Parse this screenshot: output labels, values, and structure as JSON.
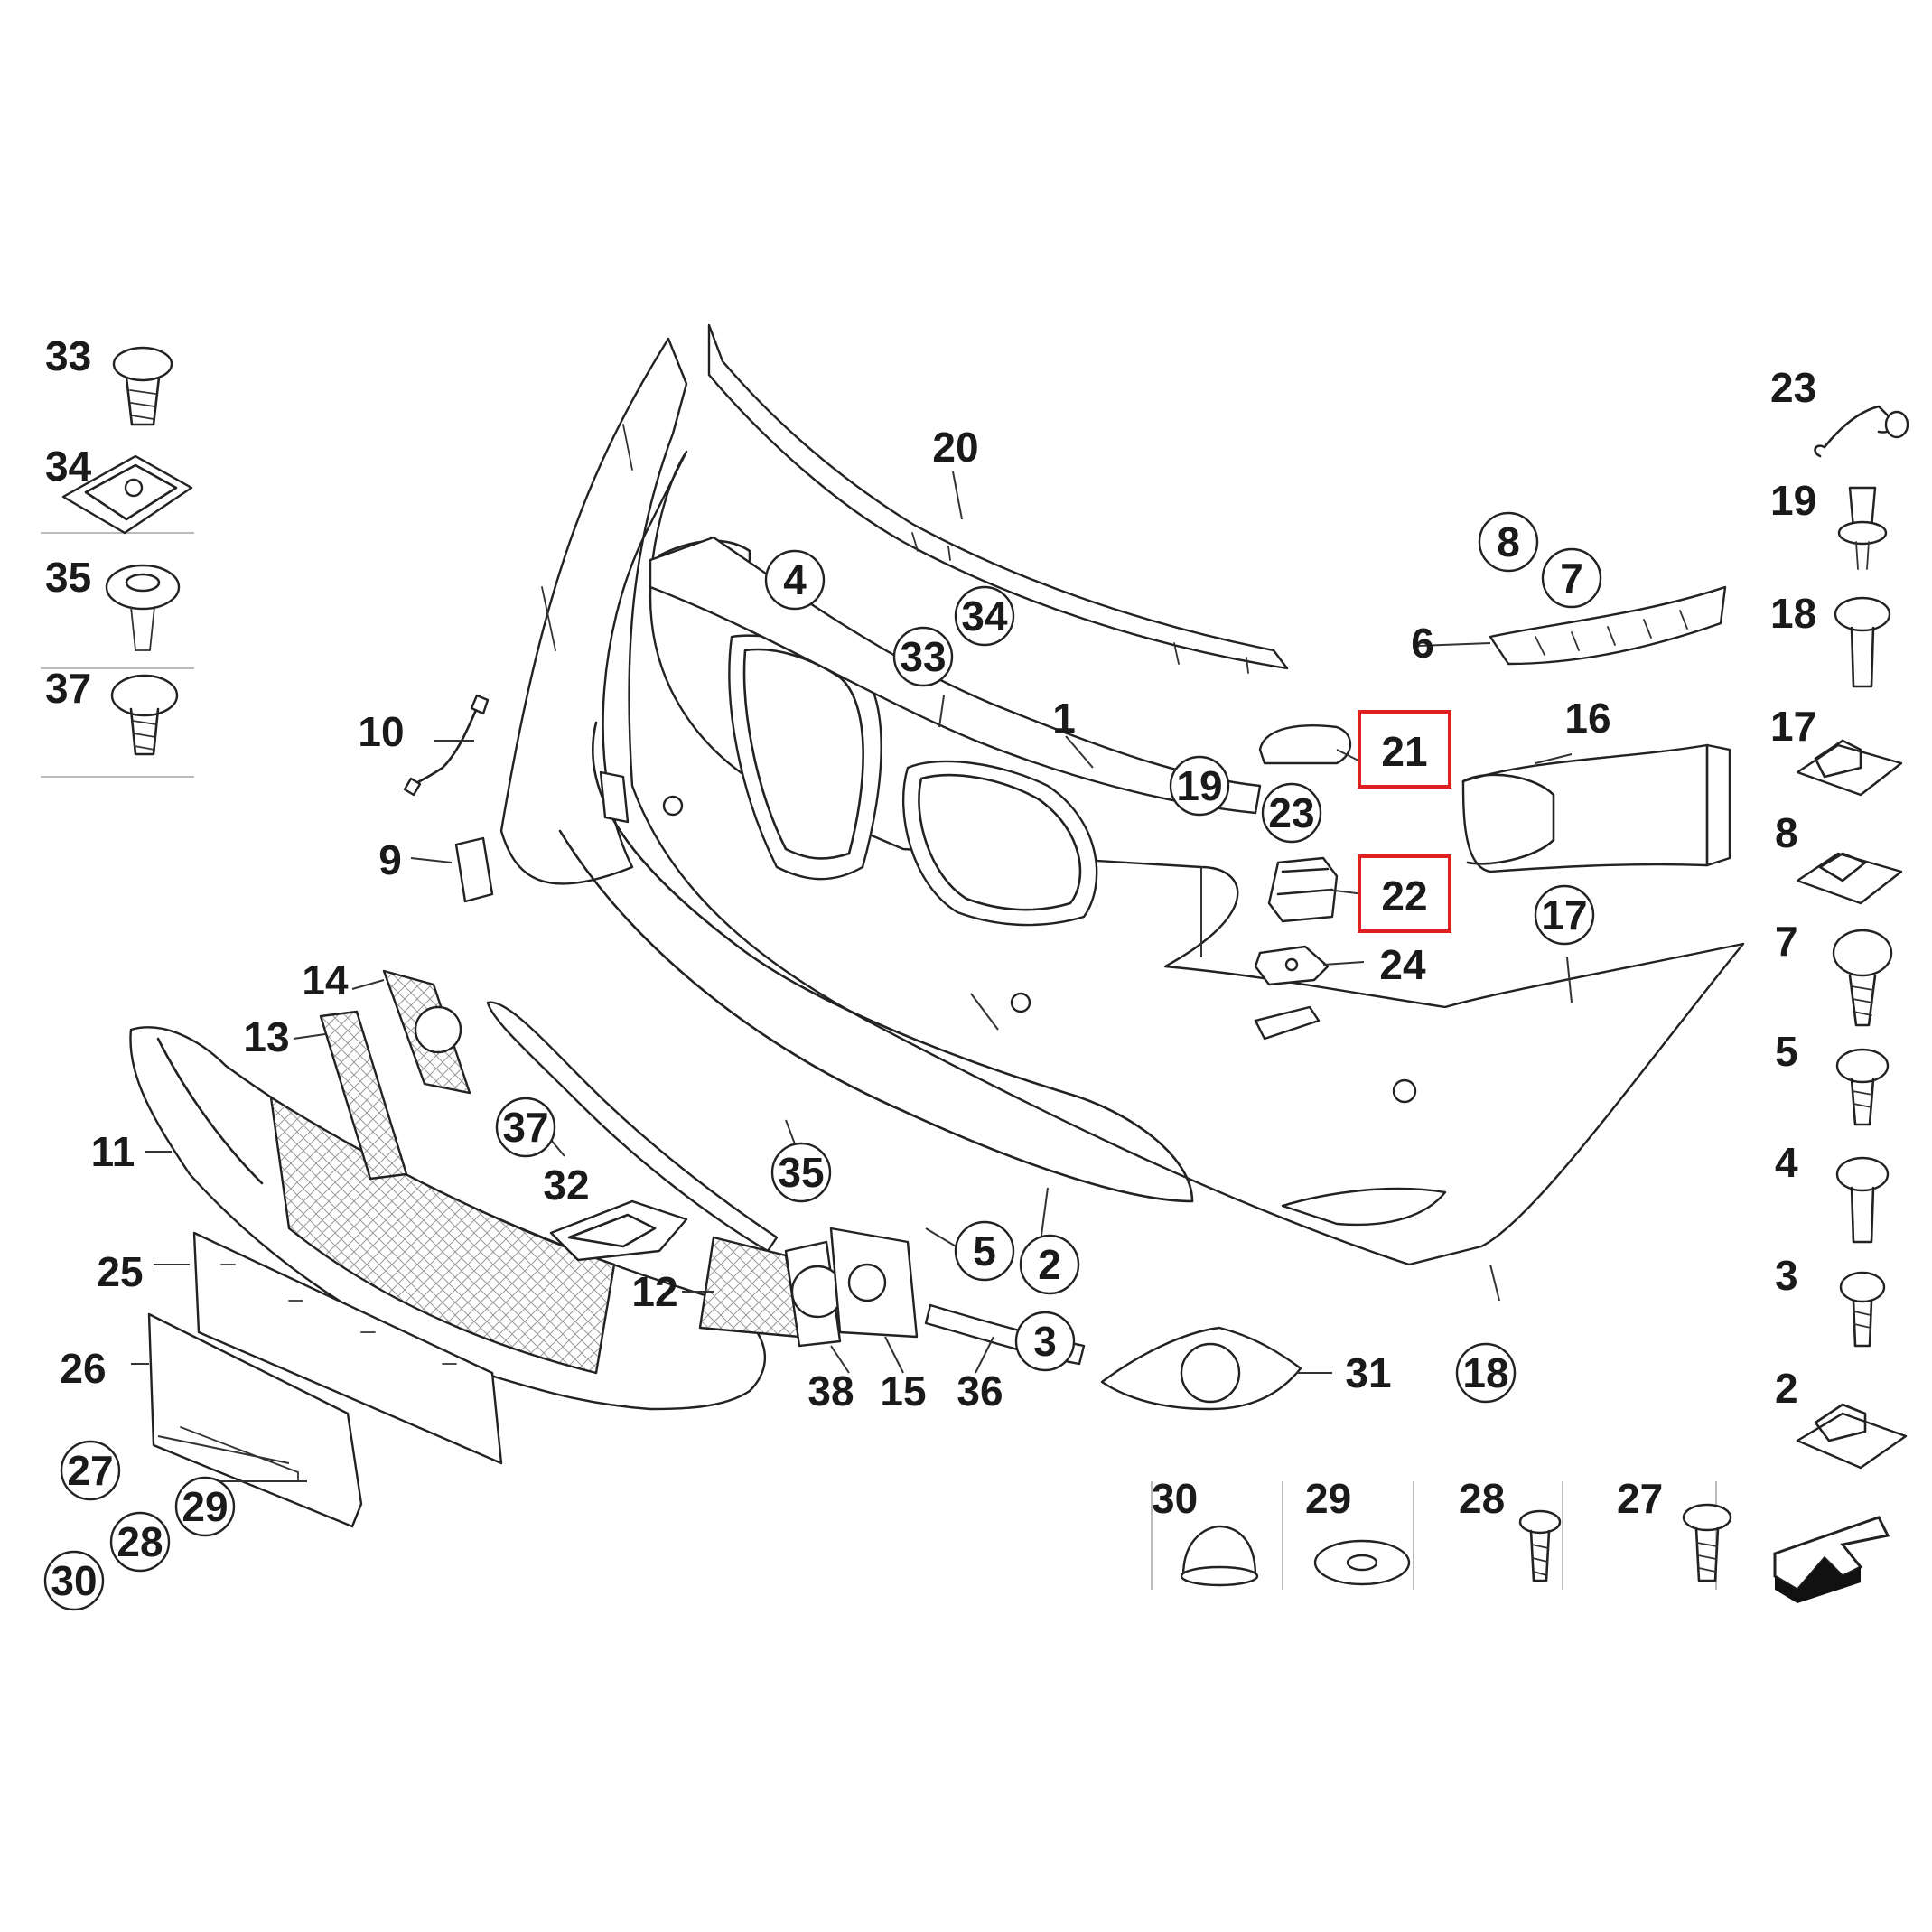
{
  "colors": {
    "line": "#222222",
    "highlight": "#e02020",
    "background": "#ffffff"
  },
  "highlighted_parts": [
    "21",
    "22"
  ],
  "labels": {
    "p1": "1",
    "p2": "2",
    "p3": "3",
    "p4": "4",
    "p5": "5",
    "p6": "6",
    "p7": "7",
    "p8": "8",
    "p9": "9",
    "p10": "10",
    "p11": "11",
    "p12": "12",
    "p13": "13",
    "p14": "14",
    "p15": "15",
    "p16": "16",
    "p17": "17",
    "p18": "18",
    "p19": "19",
    "p20": "20",
    "p21": "21",
    "p22": "22",
    "p23": "23",
    "p24": "24",
    "p25": "25",
    "p26": "26",
    "p27": "27",
    "p28": "28",
    "p29": "29",
    "p30": "30",
    "p31": "31",
    "p32": "32",
    "p33": "33",
    "p34": "34",
    "p35": "35",
    "p36": "36",
    "p37": "37",
    "p38": "38"
  },
  "left_column": [
    "33",
    "34",
    "35",
    "37"
  ],
  "right_column": [
    "23",
    "19",
    "18",
    "17",
    "8",
    "7",
    "5",
    "4",
    "3",
    "2"
  ],
  "bottom_row": [
    "30",
    "29",
    "28",
    "27"
  ],
  "direction_arrow": "front-left-arrow-icon"
}
